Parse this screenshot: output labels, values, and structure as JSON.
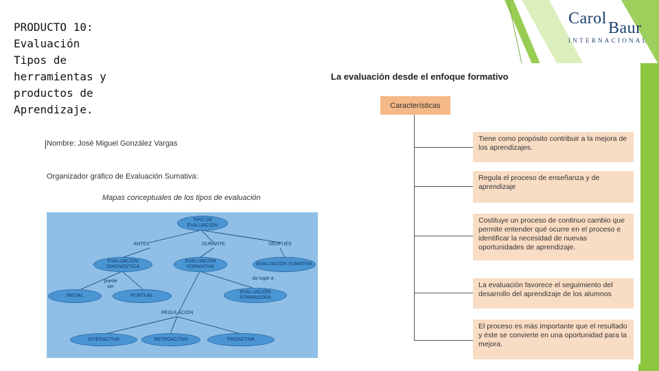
{
  "slide": {
    "title": "PRODUCTO 10:\nEvaluación\nTipos de\nherramientas y\nproductos de\nAprendizaje."
  },
  "logo": {
    "line1": "Carol",
    "line2": "Baur",
    "line3": "INTERNACIONAL"
  },
  "colors": {
    "accent_green": "#8dc63f",
    "orange_box": "#f5b887",
    "peach_box": "#f9dcc4",
    "map_bg": "#8fbfe6",
    "node_blue": "#4a95d4"
  },
  "formative": {
    "title": "La evaluación desde el enfoque formativo",
    "root": "Características",
    "items": [
      "Tiene como propósito contribuir a la mejora de los aprendizajes.",
      "Regula el proceso de enseñanza y de aprendizaje",
      "Costituye un proceso de continuo cambio que  permite entender qué ocurre en el proceso e identificar la necesidad de nuevas oportunidades de aprendizaje.",
      "La evaluación favorece el seguimiento del desarrollo del aprendizaje de los alumnos",
      "El proceso es más importante que el resultado y éste se convierte en una oportunidad para la mejora."
    ]
  },
  "document": {
    "name": "Nombre: José Miguel González Vargas",
    "organizer": "Organizador gráfico de Evaluación Sumativa:",
    "map_subtitle": "Mapas conceptuales de los tipos de evaluación"
  },
  "concept_map": {
    "root": "TIPO DE EVALUACIÓN",
    "antes": "ANTES",
    "durante": "DURANTE",
    "despues": "DESPUÉS",
    "diagnostica": "EVALUACIÓN DIAGNÓSTICA",
    "formativa": "EVALUACIÓN FORMATIVA",
    "sumativa": "EVALUACIÓN SUMATIVA",
    "puede_ser": "puede ser",
    "da_lugar": "da lugar a",
    "inicial": "INICIAL",
    "puntual": "PUNTUAL",
    "formadora": "EVALUACIÓN FORMADORA",
    "regulacion": "REGULACIÓN",
    "interactiva": "INTERACTIVA",
    "retroactiva": "RETROACTIVA",
    "proactiva": "PROACTIVA"
  }
}
